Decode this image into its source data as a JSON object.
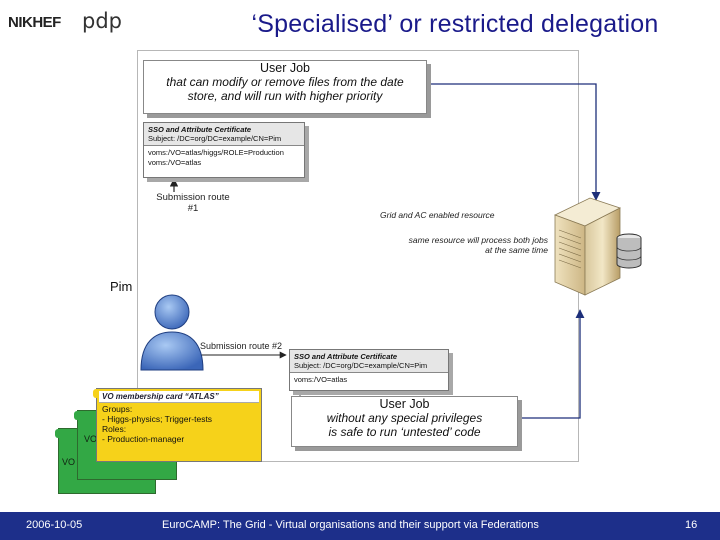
{
  "title": "‘Specialised’ or restricted delegation",
  "logo": {
    "left": "NIKHEF",
    "right": "pdp"
  },
  "job1": {
    "title": "User Job",
    "line1": "that can modify or remove files from the date",
    "line2": "store, and will run with higher priority"
  },
  "cert1": {
    "heading": "SSO and Attribute Certificate",
    "subject": "Subject: /DC=org/DC=example/CN=Pim",
    "attr1": "voms:/VO=atlas/higgs/ROLE=Production",
    "attr2": "voms:/VO=atlas"
  },
  "route1": {
    "line1": "Submission route",
    "line2": "#1"
  },
  "resource": {
    "label": "Grid and AC enabled resource",
    "note1": "same resource will process both jobs",
    "note2": "at the same time"
  },
  "user": {
    "name": "Pim"
  },
  "route2": {
    "label": "Submission route #2"
  },
  "cert2": {
    "heading": "SSO and Attribute Certificate",
    "subject": "Subject: /DC=org/DC=example/CN=Pim",
    "attr1": "voms:/VO=atlas"
  },
  "job2": {
    "title": "User Job",
    "line1": "without any special privileges",
    "line2": "is safe to run ‘untested’ code"
  },
  "vocard": {
    "header": "VO membership card “ATLAS”",
    "groups_label": "Groups:",
    "group1": "- Higgs-physics; Trigger-tests",
    "roles_label": "Roles:",
    "role1": "- Production-manager",
    "back1": "VO",
    "back2": "VO"
  },
  "footer": {
    "date": "2006-10-05",
    "center": "EuroCAMP: The Grid - Virtual organisations and their support via Federations",
    "page": "16"
  },
  "colors": {
    "footer": "#1d2f8a",
    "title": "#1a1a8a",
    "vo_card": "#f6d21a",
    "vo_back": "#33a845"
  }
}
